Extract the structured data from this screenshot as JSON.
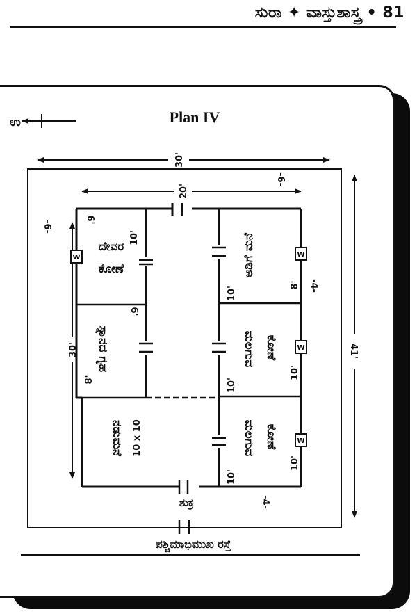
{
  "header": {
    "text": "ಸುರಾ ✦ ವಾಸ್ತುಶಾಸ್ತ್ರ • 81"
  },
  "plan": {
    "title": "Plan IV",
    "north_label": "ಉ",
    "dims": {
      "outer_width": "30'",
      "house_width": "20'",
      "house_height": "30'",
      "outer_height": "41'",
      "setback_left": "-6-",
      "setback_right": "-6-",
      "setback_side": "-4-",
      "setback_bottom": "-4-"
    },
    "rooms": {
      "devara_kone": {
        "name1": "ದೇವರ",
        "name2": "ಕೋಣೆ",
        "w": "6'",
        "h": "10'"
      },
      "snana_gruha": {
        "name": "ಸ್ನಾನದ ಗೃಹ",
        "w": "6'",
        "h": "8'"
      },
      "naduma_mane": {
        "name": "ನಡುಮನೆ",
        "size": "10 x 10"
      },
      "adige_mane": {
        "name": "ಅಡಿಗೆ ಮನೆ",
        "w": "10'",
        "h": "8'"
      },
      "malaguva_kone_1": {
        "name1": "ಮಲಗುವ",
        "name2": "ಕೋಣೆ",
        "w": "10'",
        "h": "10'"
      },
      "malaguva_kone_2": {
        "name1": "ಮಲಗುವ",
        "name2": "ಕೋಣೆ",
        "w": "10'",
        "h": "10'"
      }
    },
    "window_label": "W",
    "gate_label": "ಶುಕ್ರ",
    "road_label": "ಪಶ್ಚಿಮಾಭಿಮುಖ ರಸ್ತೆ"
  }
}
